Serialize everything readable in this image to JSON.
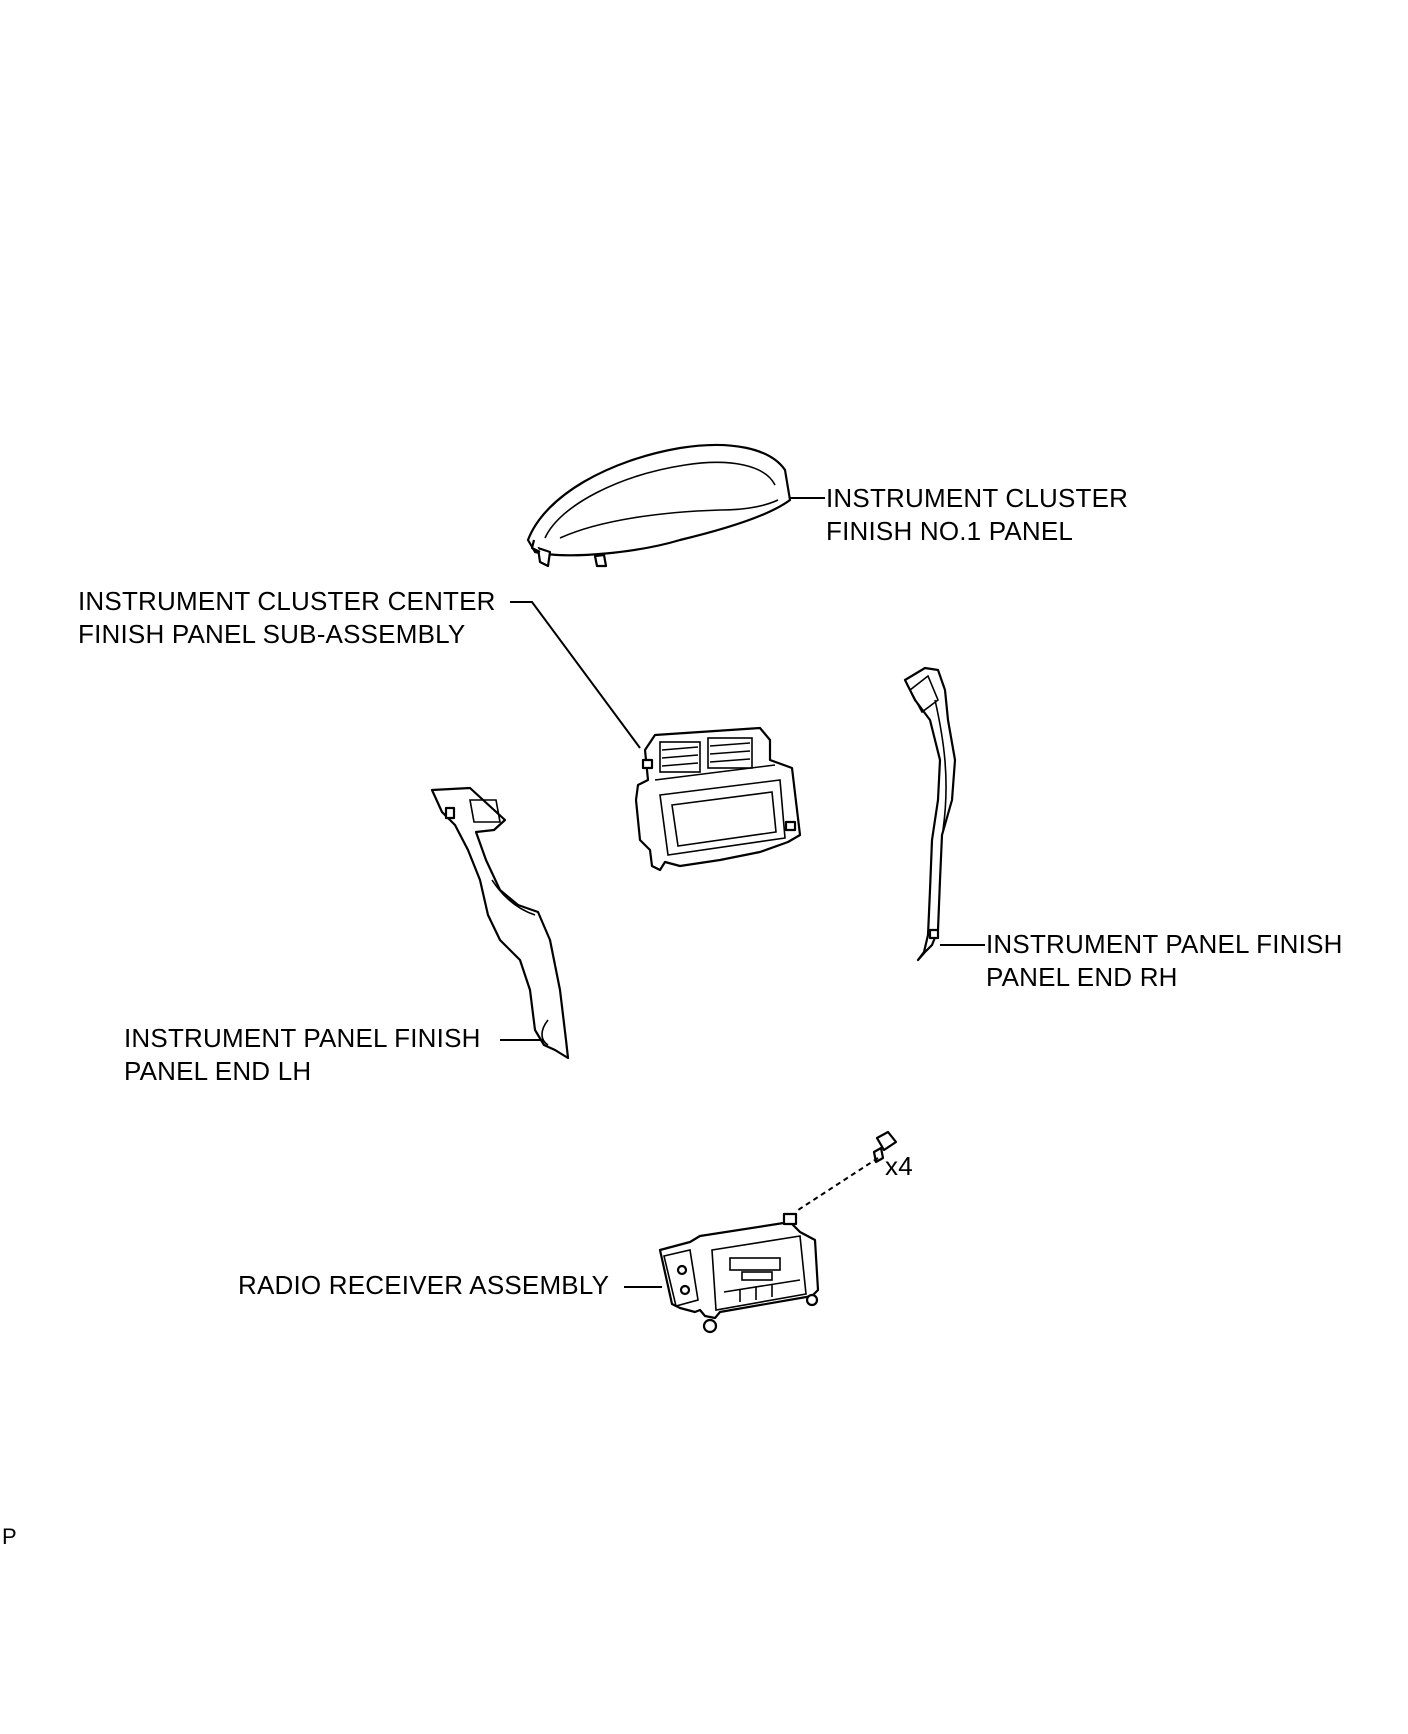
{
  "diagram": {
    "labels": {
      "cluster_finish_no1": [
        "INSTRUMENT CLUSTER",
        "FINISH NO.1 PANEL"
      ],
      "center_finish_panel": [
        "INSTRUMENT CLUSTER CENTER",
        "FINISH PANEL SUB-ASSEMBLY"
      ],
      "panel_end_rh": [
        "INSTRUMENT PANEL FINISH",
        "PANEL END RH"
      ],
      "panel_end_lh": [
        "INSTRUMENT PANEL FINISH",
        "PANEL END LH"
      ],
      "radio_receiver": [
        "RADIO RECEIVER ASSEMBLY"
      ],
      "screw_qty": "x4",
      "corner_mark": "P"
    }
  }
}
